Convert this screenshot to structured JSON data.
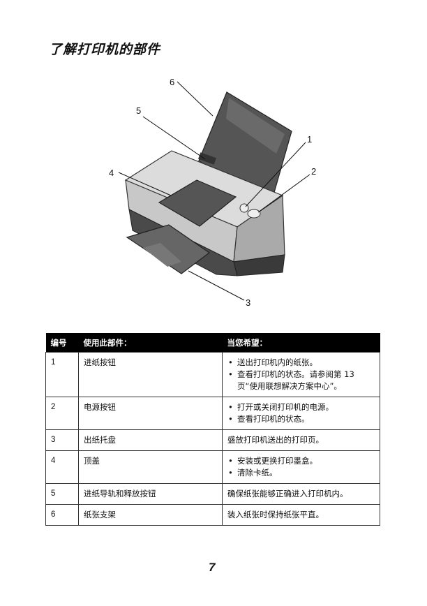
{
  "title": "了解打印机的部件",
  "figure": {
    "callouts": [
      "1",
      "2",
      "3",
      "4",
      "5",
      "6"
    ]
  },
  "table": {
    "headers": [
      "编号",
      "使用此部件：",
      "当您希望："
    ],
    "rows": [
      {
        "num": "1",
        "part": "进纸按钮",
        "uses": [
          "送出打印机内的纸张。",
          "查看打印机的状态。请参阅第 13 页“使用联想解决方案中心”。"
        ]
      },
      {
        "num": "2",
        "part": "电源按钮",
        "uses": [
          "打开或关闭打印机的电源。",
          "查看打印机的状态。"
        ]
      },
      {
        "num": "3",
        "part": "出纸托盘",
        "text": "盛放打印机送出的打印页。"
      },
      {
        "num": "4",
        "part": "顶盖",
        "uses": [
          "安装或更换打印墨盒。",
          "清除卡纸。"
        ]
      },
      {
        "num": "5",
        "part": "进纸导轨和释放按钮",
        "text": "确保纸张能够正确进入打印机内。"
      },
      {
        "num": "6",
        "part": "纸张支架",
        "text": "装入纸张时保持纸张平直。"
      }
    ]
  },
  "page_number": "7"
}
